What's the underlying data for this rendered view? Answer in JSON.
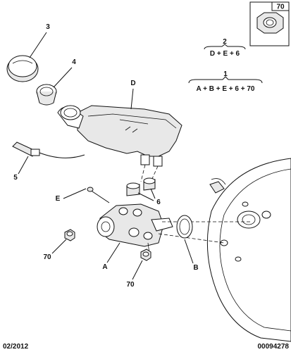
{
  "inset": {
    "ref": "70"
  },
  "formulas": [
    {
      "ref": "2",
      "expr": "D + E + 6"
    },
    {
      "ref": "1",
      "expr": "A + B + E + 6 + 70"
    }
  ],
  "callouts": {
    "cap": "3",
    "strainer": "4",
    "reservoir": "D",
    "sensor": "5",
    "pipe": "E",
    "grommets": "6",
    "nut_left": "70",
    "master_cylinder": "A",
    "seal": "B",
    "nut_bottom": "70"
  },
  "footer": {
    "date": "02/2012",
    "reference": "00094278"
  }
}
